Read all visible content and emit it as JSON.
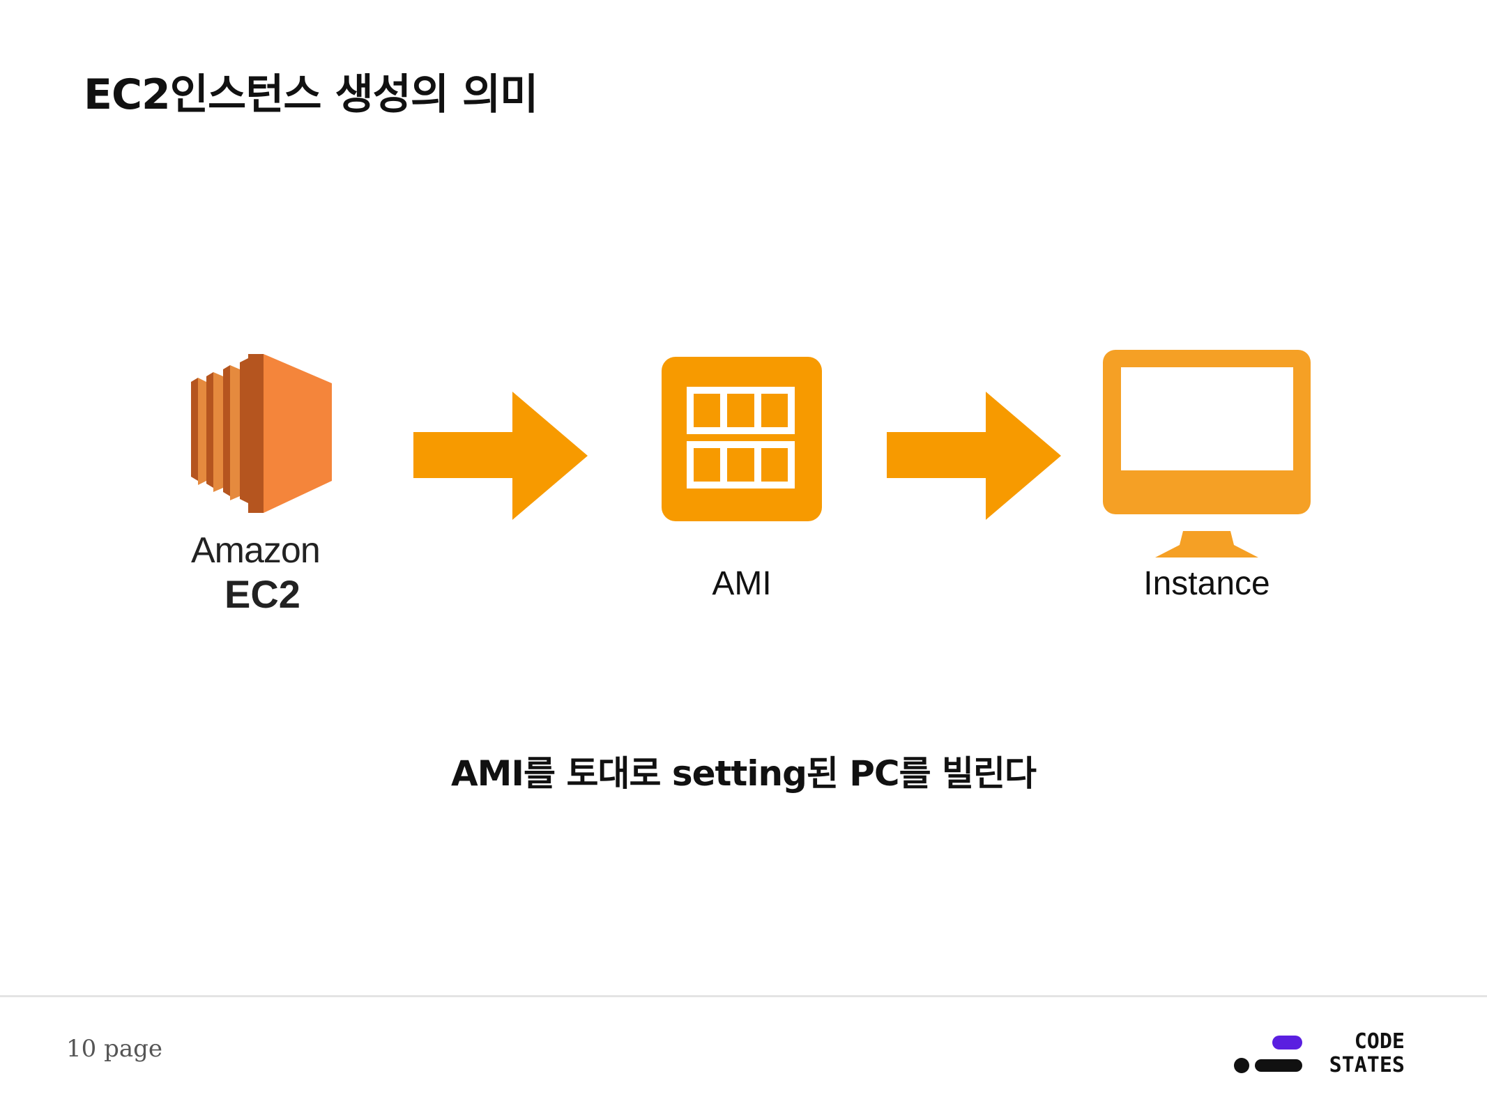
{
  "page": {
    "title": "EC2인스턴스 생성의 의미",
    "caption": "AMI를 토대로 setting된 PC를 빌린다",
    "page_number": "10 page"
  },
  "diagram": {
    "ec2": {
      "line1": "Amazon",
      "line2": "EC2"
    },
    "ami": {
      "label": "AMI"
    },
    "instance": {
      "label": "Instance"
    }
  },
  "logo": {
    "line1": "CODE",
    "line2": "STATES"
  },
  "colors": {
    "orange": "#f79a00",
    "orange_dark": "#e07b2a",
    "orange_mid": "#f68a3a",
    "instance_orange": "#f5a025",
    "logo_purple": "#5a1fe0"
  }
}
